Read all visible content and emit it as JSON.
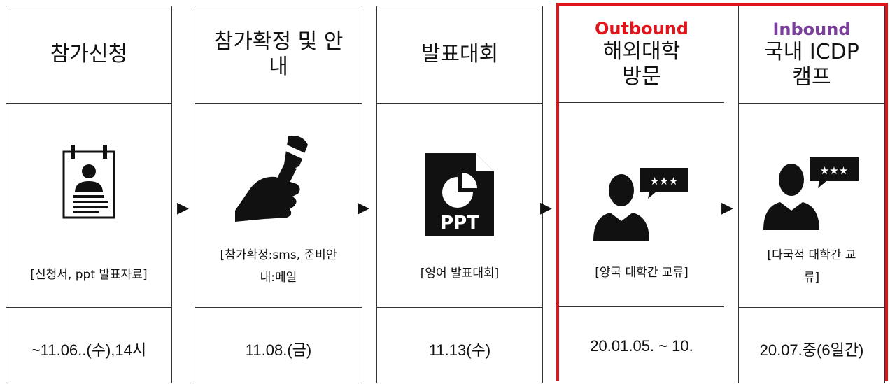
{
  "arrow_glyph": "▶",
  "colors": {
    "outbound": "#e1141c",
    "inbound": "#7a3e9b",
    "frame": "#e1141c"
  },
  "steps": [
    {
      "title": "참가신청",
      "icon": "id-card-icon",
      "caption": "[신청서, ppt 발표자료]",
      "date": "~11.06..(수),14시"
    },
    {
      "title": "참가확정 및 안내",
      "icon": "microphone-hand-icon",
      "caption": "[참가확정:sms, 준비안내:메일",
      "date": "11.08.(금)"
    },
    {
      "title": "발표대회",
      "icon": "ppt-file-icon",
      "caption": "[영어 발표대회]",
      "date": "11.13(수)"
    },
    {
      "tag": "Outbound",
      "title": "해외대학 방문",
      "icon": "person-review-icon",
      "caption": "[양국 대학간 교류]",
      "date": "20.01.05. ~ 10."
    },
    {
      "tag": "Inbound",
      "title": "국내 ICDP캠프",
      "icon": "person-review-icon",
      "caption": "[다국적 대학간 교류]",
      "date": "20.07.중(6일간)"
    }
  ]
}
